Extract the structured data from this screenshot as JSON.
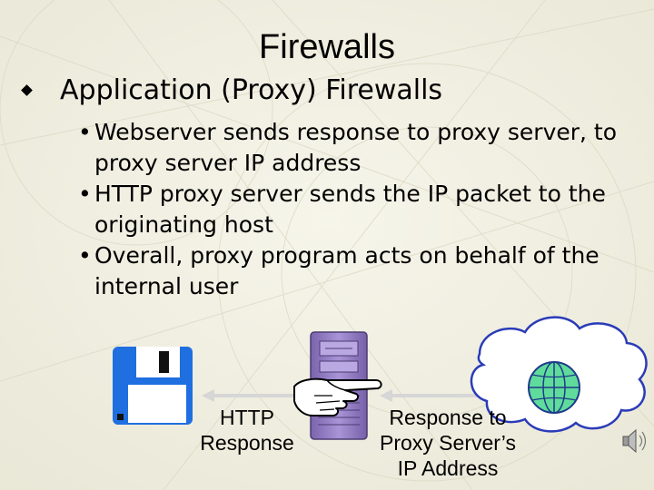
{
  "slide": {
    "title": "Firewalls",
    "bullet": "Application (Proxy) Firewalls",
    "sub_bullets": [
      "Webserver sends response to proxy server, to proxy server IP address",
      "HTTP proxy server sends the IP packet to the originating host",
      "Overall, proxy program acts on behalf of the internal user"
    ]
  },
  "diagram": {
    "left_label": [
      "HTTP",
      "Response"
    ],
    "right_label": [
      "Response to",
      "Proxy Server’s",
      "IP Address"
    ]
  },
  "icons": {
    "client": "floppy-disk-icon",
    "proxy": "server-tower-icon",
    "hand": "pointing-hand-icon",
    "internet": "globe-icon",
    "cloud": "cloud-icon",
    "sound": "speaker-icon"
  },
  "colors": {
    "background": "#f3f1e3",
    "server": "#9b85c9",
    "globe": "#5fdc9b",
    "floppy": "#1f6fe0",
    "arrow": "#d9d9d9"
  }
}
